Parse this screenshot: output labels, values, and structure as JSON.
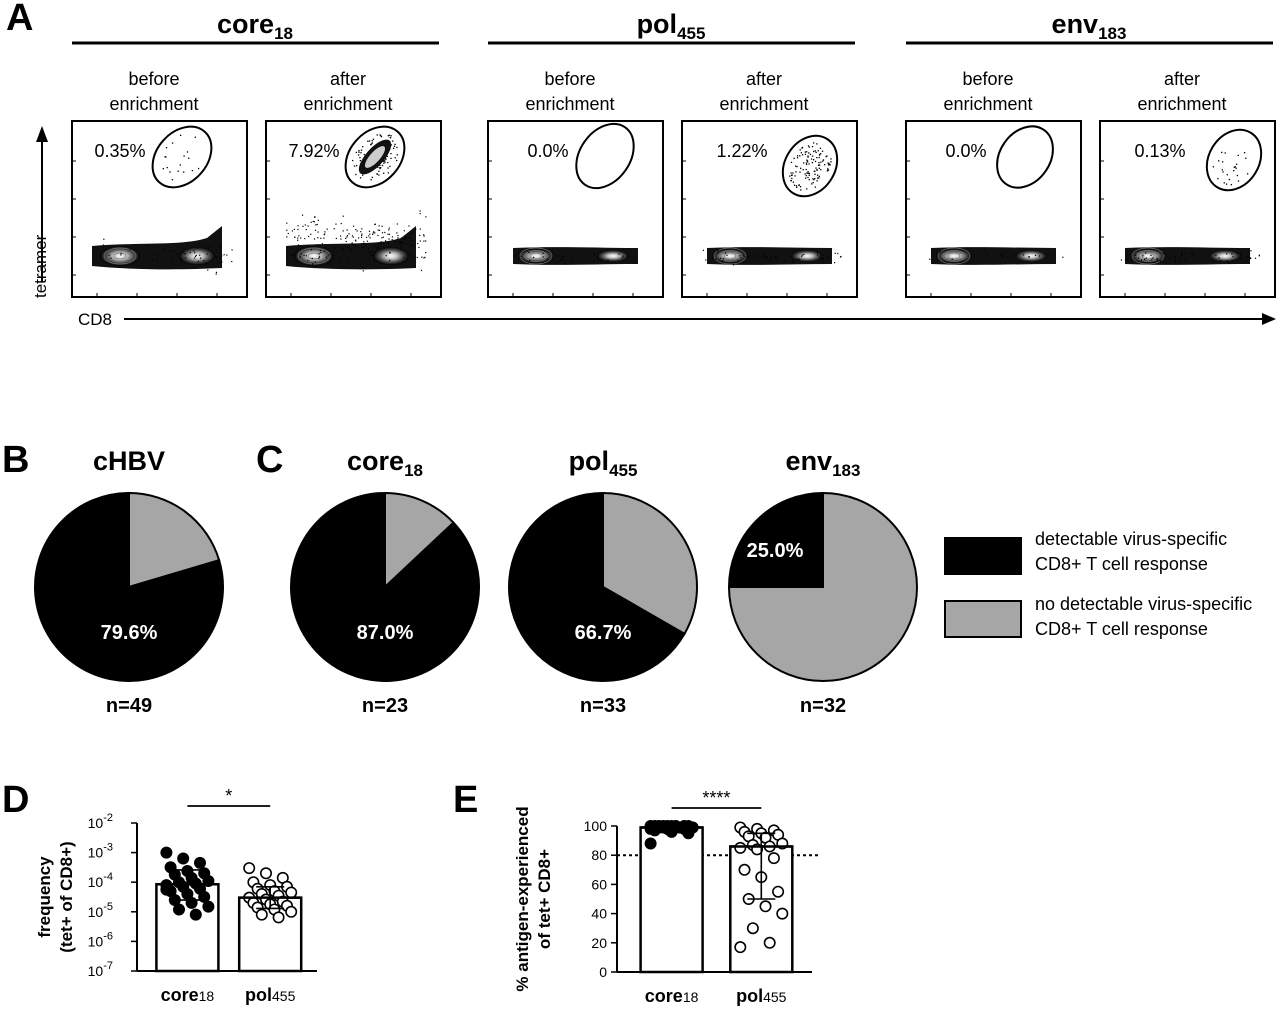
{
  "panel_letters": {
    "a": "A",
    "b": "B",
    "c": "C",
    "d": "D",
    "e": "E"
  },
  "flow_panel": {
    "groups": [
      {
        "name": "core",
        "sub": "18",
        "before_label": [
          "before",
          "enrichment"
        ],
        "after_label": [
          "after",
          "enrichment"
        ],
        "before_pct": "0.35%",
        "after_pct": "7.92%"
      },
      {
        "name": "pol",
        "sub": "455",
        "before_label": [
          "before",
          "enrichment"
        ],
        "after_label": [
          "after",
          "enrichment"
        ],
        "before_pct": "0.0%",
        "after_pct": "1.22%"
      },
      {
        "name": "env",
        "sub": "183",
        "before_label": [
          "before",
          "enrichment"
        ],
        "after_label": [
          "after",
          "enrichment"
        ],
        "before_pct": "0.0%",
        "after_pct": "0.13%"
      }
    ],
    "y_axis_label": "tetramer",
    "x_axis_label": "CD8"
  },
  "pies": [
    {
      "title": "cHBV",
      "sub": "",
      "detectable_pct": 79.6,
      "label": "79.6%",
      "n": "n=49"
    },
    {
      "title": "core",
      "sub": "18",
      "detectable_pct": 87.0,
      "label": "87.0%",
      "n": "n=23"
    },
    {
      "title": "pol",
      "sub": "455",
      "detectable_pct": 66.7,
      "label": "66.7%",
      "n": "n=33"
    },
    {
      "title": "env",
      "sub": "183",
      "detectable_pct": 25.0,
      "label": "25.0%",
      "n": "n=32"
    }
  ],
  "legend": {
    "detectable": [
      "detectable  virus-specific",
      "CD8+ T cell response"
    ],
    "not_detectable": [
      "no detectable virus-specific",
      "CD8+ T cell response"
    ],
    "detectable_color": "#000000",
    "not_detectable_color": "#a6a6a6"
  },
  "chart_data": [
    {
      "type": "bar",
      "panel": "D",
      "scale": "log",
      "ylabel": [
        "frequency",
        "(tet+ of CD8+)"
      ],
      "ylim": [
        1e-07,
        0.01
      ],
      "y_ticks": [
        "-7",
        "-6",
        "-5",
        "-4",
        "-3",
        "-2"
      ],
      "y_tick_base": "10",
      "categories": [
        {
          "name": "core",
          "sub": "18"
        },
        {
          "name": "pol",
          "sub": "455"
        }
      ],
      "series": [
        {
          "bar": 8.5e-05,
          "err": [
            2.5e-05,
            0.00026
          ],
          "filled": true,
          "points": [
            0.001,
            0.00063,
            0.00045,
            0.00032,
            0.00024,
            0.0002,
            0.00018,
            0.00014,
            0.00011,
            0.0001,
            9e-05,
            8e-05,
            7e-05,
            6e-05,
            5e-05,
            4e-05,
            3.2e-05,
            2.5e-05,
            2e-05,
            1.5e-05,
            1.2e-05,
            8e-06,
            5.6e-05
          ]
        },
        {
          "bar": 3e-05,
          "err": [
            1.3e-05,
            7e-05
          ],
          "filled": false,
          "points": [
            0.0003,
            0.0002,
            0.00014,
            0.0001,
            8e-05,
            7e-05,
            6e-05,
            5e-05,
            4.5e-05,
            4e-05,
            3.5e-05,
            3e-05,
            2.6e-05,
            2.2e-05,
            2e-05,
            1.8e-05,
            1.6e-05,
            1.4e-05,
            1.2e-05,
            1e-05,
            8e-06,
            6.5e-06
          ]
        }
      ],
      "significance": "*"
    },
    {
      "type": "bar",
      "panel": "E",
      "ylabel": [
        "% antigen-experienced",
        "of tet+ CD8+"
      ],
      "ylim": [
        0,
        100
      ],
      "y_ticks": [
        "0",
        "20",
        "40",
        "60",
        "80",
        "100"
      ],
      "reference_line": 80,
      "categories": [
        {
          "name": "core",
          "sub": "18"
        },
        {
          "name": "pol",
          "sub": "455"
        }
      ],
      "series": [
        {
          "bar": 99,
          "err": [
            98,
            100
          ],
          "filled": true,
          "points": [
            100,
            100,
            100,
            100,
            100,
            100,
            99,
            99,
            99,
            99,
            99,
            98,
            98,
            98,
            97,
            96,
            95,
            100,
            100,
            99,
            100,
            99,
            88
          ]
        },
        {
          "bar": 86,
          "err": [
            50,
            95
          ],
          "filled": false,
          "points": [
            99,
            98,
            97,
            96,
            95,
            94,
            93,
            92,
            88,
            87,
            86,
            85,
            84,
            78,
            70,
            65,
            55,
            50,
            45,
            40,
            30,
            20,
            17
          ]
        }
      ],
      "significance": "****"
    }
  ]
}
